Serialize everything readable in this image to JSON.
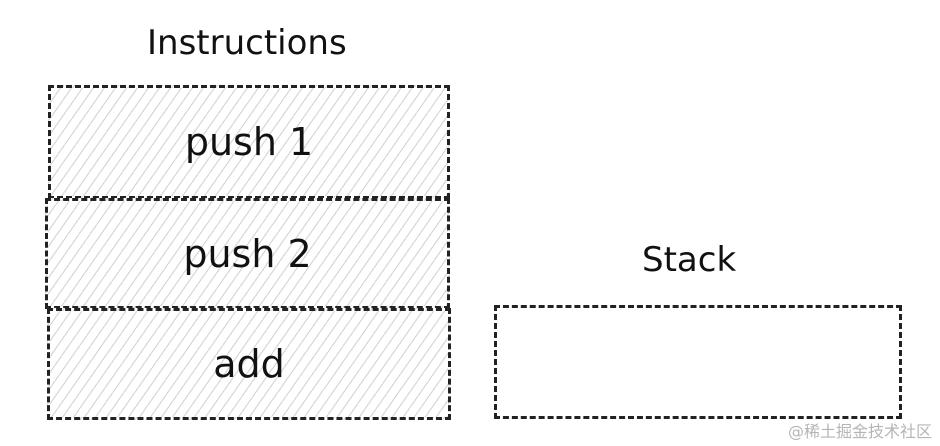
{
  "instructions": {
    "title": "Instructions",
    "items": [
      {
        "label": "push 1"
      },
      {
        "label": "push 2"
      },
      {
        "label": "add"
      }
    ]
  },
  "stack": {
    "title": "Stack",
    "items": []
  },
  "watermark": "@稀土掘金技术社区",
  "colors": {
    "stroke": "#222222",
    "hatch": "#969696",
    "background": "#ffffff"
  }
}
